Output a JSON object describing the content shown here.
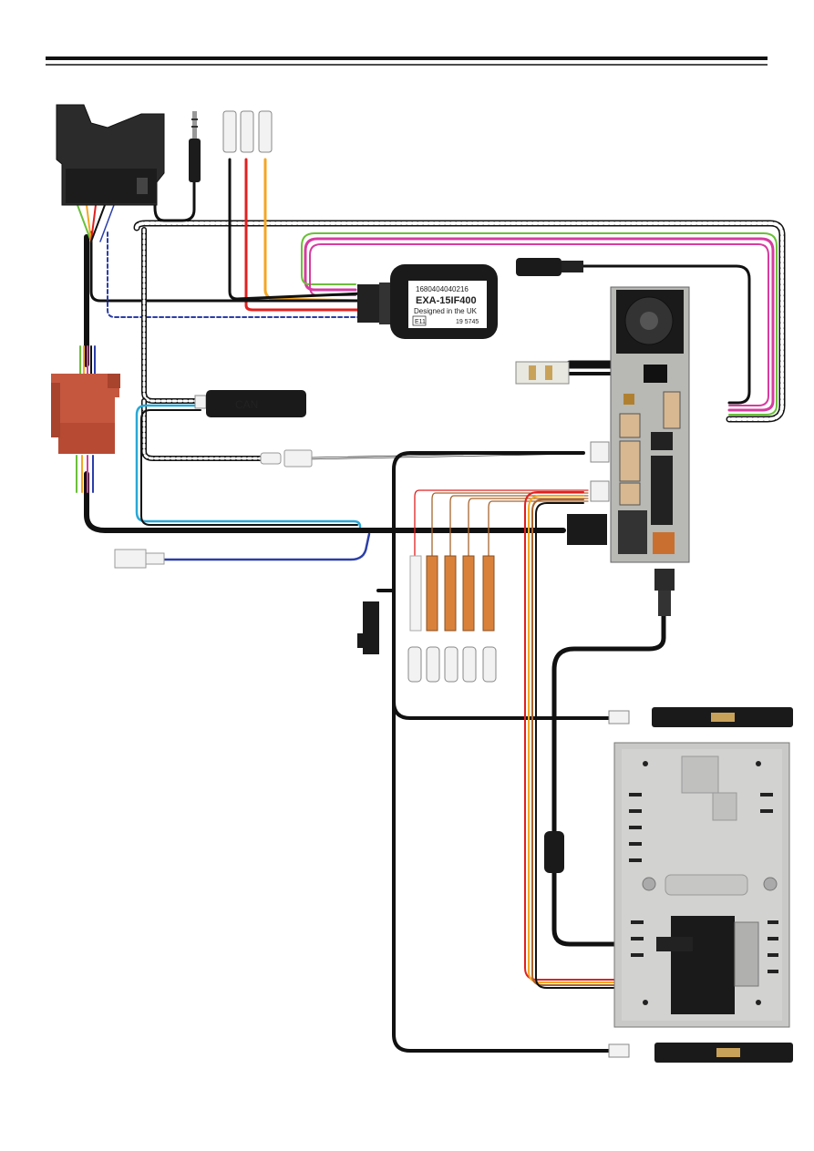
{
  "interface_box": {
    "serial": "1680404040216",
    "model": "EXA-15IF400",
    "designed": "Designed in the UK",
    "mark": "E11",
    "code": "19 5745"
  },
  "dongle_text": "CAN",
  "colors": {
    "black": "#111111",
    "red": "#e02020",
    "orange": "#f5a623",
    "pink": "#d63ca0",
    "green": "#6bbf3a",
    "blue": "#2b3ea8",
    "cyan": "#29a8d8",
    "brown": "#a8652e",
    "iso_connector": "#c5573f",
    "sleeve": "#d9813b"
  }
}
